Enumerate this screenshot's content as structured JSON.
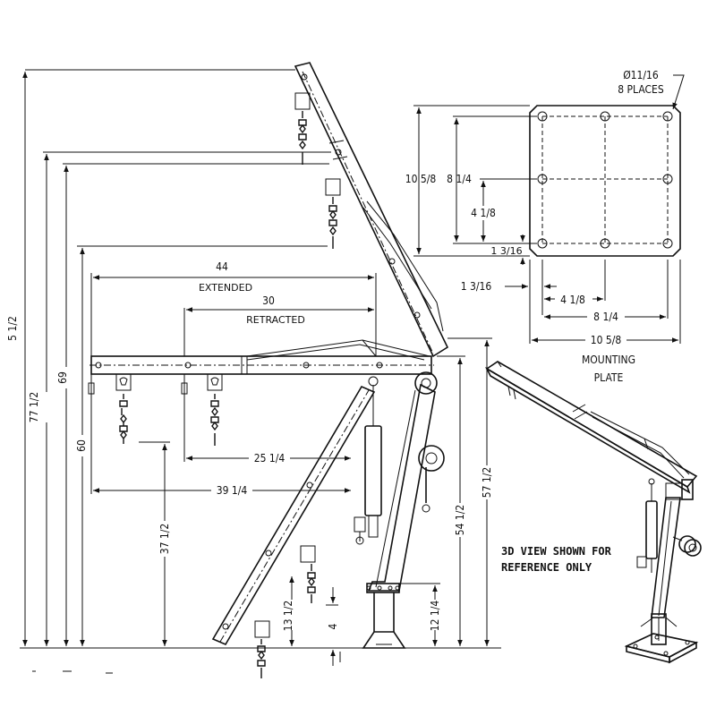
{
  "dimensions": {
    "overall_height": "5 1/2",
    "height_77": "77 1/2",
    "height_69": "69",
    "height_60": "60",
    "extended": "44",
    "extended_label": "EXTENDED",
    "retracted": "30",
    "retracted_label": "RETRACTED",
    "reach_25": "25 1/4",
    "reach_39": "39 1/4",
    "height_37": "37 1/2",
    "height_57": "57 1/2",
    "height_54": "54 1/2",
    "height_13": "13 1/2",
    "height_4": "4",
    "height_12": "12 1/4"
  },
  "mounting_plate": {
    "hole_note_1": "Ø11/16",
    "hole_note_2": "8 PLACES",
    "height_outer": "10 5/8",
    "height_inner": "8 1/4",
    "height_half": "4 1/8",
    "edge_vert": "1 3/16",
    "edge_horiz": "1 3/16",
    "width_half": "4 1/8",
    "width_inner": "8 1/4",
    "width_outer": "10 5/8",
    "title_1": "MOUNTING",
    "title_2": "PLATE"
  },
  "note": {
    "line_1": "3D VIEW SHOWN FOR",
    "line_2": "REFERENCE ONLY"
  }
}
